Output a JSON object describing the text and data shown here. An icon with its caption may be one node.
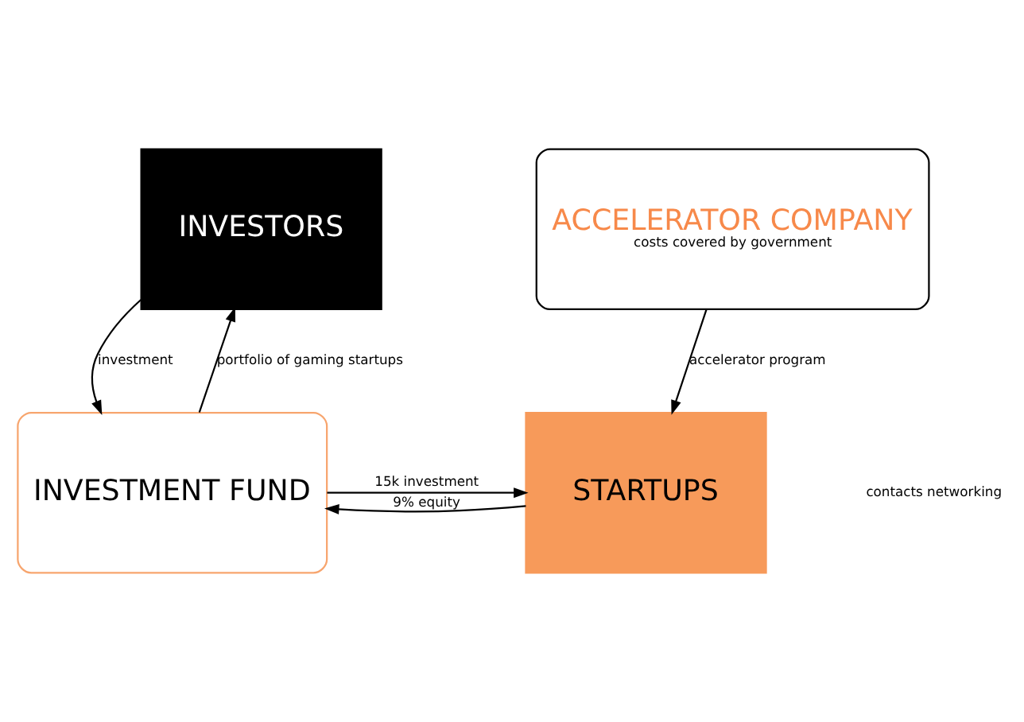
{
  "diagram": {
    "nodes": [
      {
        "text": [
          "INVESTORS"
        ]
      },
      {
        "text": [
          "ACCELERATOR COMPANY",
          "costs covered by government"
        ]
      },
      {
        "text": [
          "INVESTMENT FUND"
        ]
      },
      {
        "text": [
          "STARTUPS"
        ]
      }
    ],
    "edges": [
      {
        "from": 0,
        "to": 2,
        "arrow": "to",
        "label": "investment"
      },
      {
        "from": 2,
        "to": 0,
        "arrow": "to",
        "label": "portfolio of gaming startups"
      },
      {
        "from": 1,
        "to": 3,
        "arrow": "to",
        "label": "accelerator program"
      },
      {
        "from": 2,
        "to": 3,
        "arrow": "to",
        "label": "15k investment"
      },
      {
        "from": 3,
        "to": 2,
        "arrow": "to",
        "label": "9% equity"
      }
    ],
    "labels": [
      "contacts networking"
    ]
  }
}
